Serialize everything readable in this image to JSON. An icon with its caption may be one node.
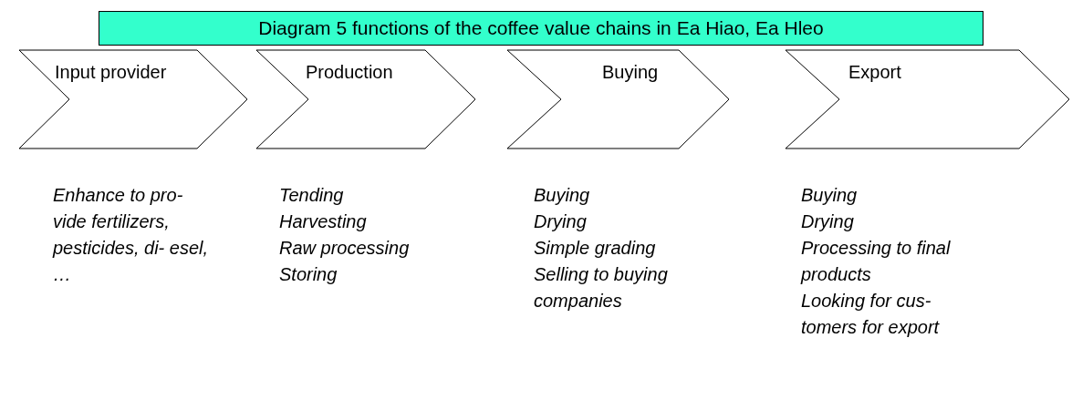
{
  "diagram": {
    "title": "Diagram 5 functions of the coffee value chains in Ea Hiao, Ea Hleo",
    "nodes": [
      {
        "text": [
          "Input provider"
        ],
        "beside": [
          "Enhance to pro- vide fertilizers, pesticides, di- esel, …"
        ]
      },
      {
        "text": [
          "Production"
        ],
        "beside": [
          "Tending",
          "Harvesting",
          "Raw processing",
          "Storing"
        ]
      },
      {
        "text": [
          "Buying"
        ],
        "beside": [
          "Buying",
          "Drying",
          "Simple grading",
          "Selling to buying companies"
        ]
      },
      {
        "text": [
          "Export"
        ],
        "beside": [
          "Buying",
          "Drying",
          "Processing to final products",
          "Looking for cus- tomers for export"
        ]
      }
    ],
    "edges": []
  }
}
